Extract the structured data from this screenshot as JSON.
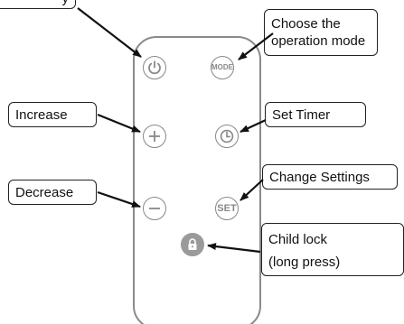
{
  "callouts": {
    "top_left_cut": "y",
    "mode": [
      "Choose the",
      "operation mode"
    ],
    "increase": "Increase",
    "timer": "Set Timer",
    "settings": "Change Settings",
    "decrease": "Decrease",
    "child_lock": [
      "Child lock",
      "(long press)"
    ]
  },
  "buttons": {
    "power": {
      "icon": "power-icon"
    },
    "mode": {
      "label": "MODE"
    },
    "plus": {
      "icon": "plus-icon"
    },
    "timer": {
      "icon": "clock-icon"
    },
    "minus": {
      "icon": "minus-icon"
    },
    "set": {
      "label": "SET"
    },
    "lock": {
      "icon": "padlock-icon"
    }
  },
  "colors": {
    "button_outline": "#888888",
    "remote_outline": "#8a8a8a",
    "text": "#111111"
  }
}
